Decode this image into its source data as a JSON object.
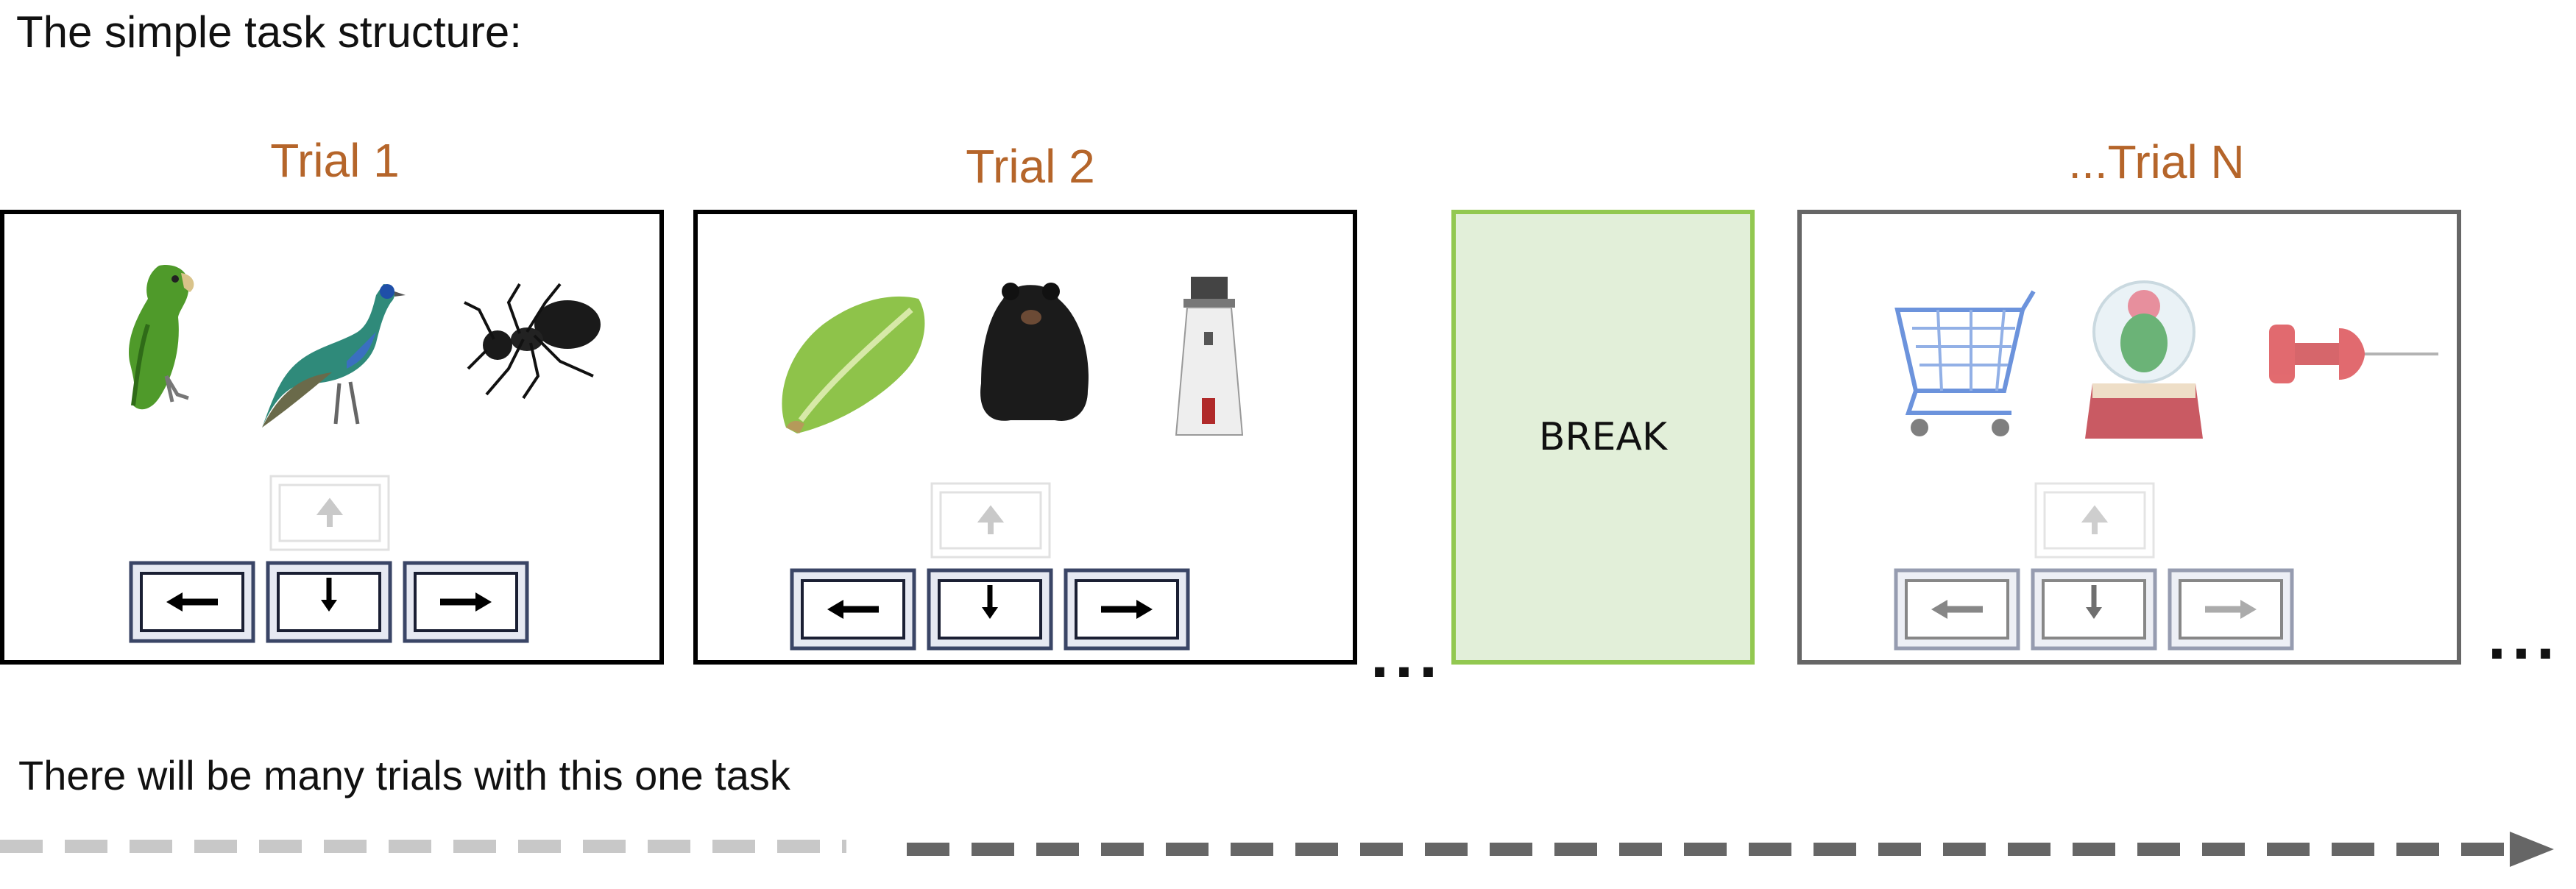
{
  "heading": "The simple task structure:",
  "trials": [
    {
      "title": "Trial 1",
      "images": [
        "parrot-icon",
        "peacock-icon",
        "ant-icon"
      ],
      "faded": false
    },
    {
      "title": "Trial 2",
      "images": [
        "lettuce-icon",
        "bear-icon",
        "lighthouse-icon"
      ],
      "faded": false
    },
    {
      "title": "...Trial N",
      "images": [
        "shopping-cart-icon",
        "snow-globe-icon",
        "push-pin-icon"
      ],
      "faded": true
    }
  ],
  "break_label": "BREAK",
  "ellipsis": "...",
  "keys": [
    "up-arrow-icon",
    "left-arrow-icon",
    "down-arrow-icon",
    "right-arrow-icon"
  ],
  "note": "There will be many trials with this one task",
  "colors": {
    "trial_title": "#b5652a",
    "break_fill": "#e2efd9",
    "break_border": "#92c850",
    "timeline_past": "#c8c8c8",
    "timeline_future": "#666666"
  }
}
